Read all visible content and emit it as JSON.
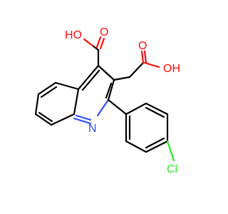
{
  "molecule": {
    "atoms": {
      "oh_carboxyl_4": "HO",
      "o_carbonyl_4": "O",
      "o_carbonyl_3": "O",
      "oh_carboxyl_3": "OH",
      "n_ring": "N",
      "cl": "Cl"
    },
    "colors": {
      "carbon_bond": "#000000",
      "oxygen": "#ff0d0d",
      "nitrogen": "#3050f8",
      "chlorine": "#1ff01f"
    }
  }
}
